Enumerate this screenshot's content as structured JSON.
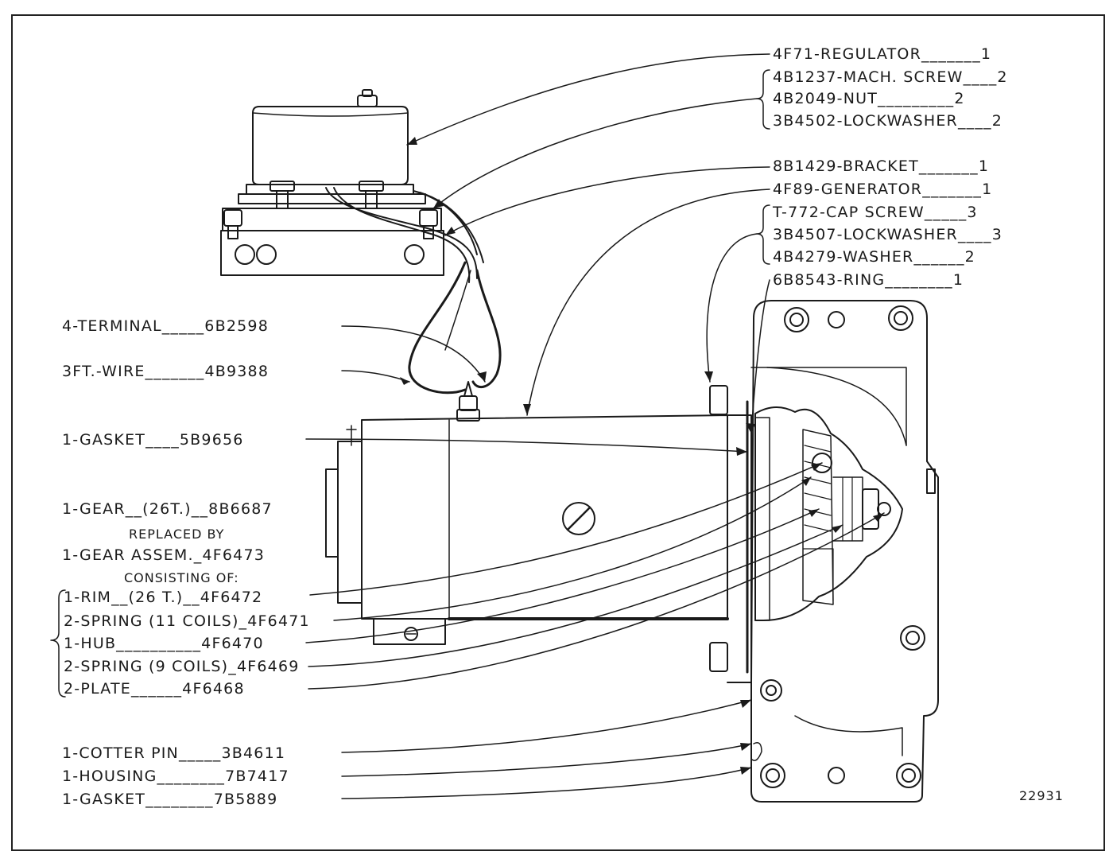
{
  "figure_number": "22931",
  "labels": {
    "right": [
      "4F71-REGULATOR_______1",
      "4B1237-MACH. SCREW____2",
      "4B2049-NUT_________2",
      "3B4502-LOCKWASHER____2",
      "8B1429-BRACKET_______1",
      "4F89-GENERATOR_______1",
      "T-772-CAP SCREW_____3",
      "3B4507-LOCKWASHER____3",
      "4B4279-WASHER______2",
      "6B8543-RING________1"
    ],
    "left": [
      "4-TERMINAL_____6B2598",
      "3FT.-WIRE_______4B9388",
      "1-GASKET____5B9656",
      "1-GEAR__(26T.)__8B6687",
      "REPLACED BY",
      "1-GEAR ASSEM._4F6473",
      "CONSISTING OF:",
      "1-RIM__(26 T.)__4F6472",
      "2-SPRING (11 COILS)_4F6471",
      "1-HUB__________4F6470",
      "2-SPRING (9 COILS)_4F6469",
      "2-PLATE______4F6468",
      "1-COTTER PIN_____3B4611",
      "1-HOUSING________7B7417",
      "1-GASKET________7B5889"
    ]
  },
  "colors": {
    "ink": "#1a1a1a",
    "paper": "#ffffff"
  }
}
